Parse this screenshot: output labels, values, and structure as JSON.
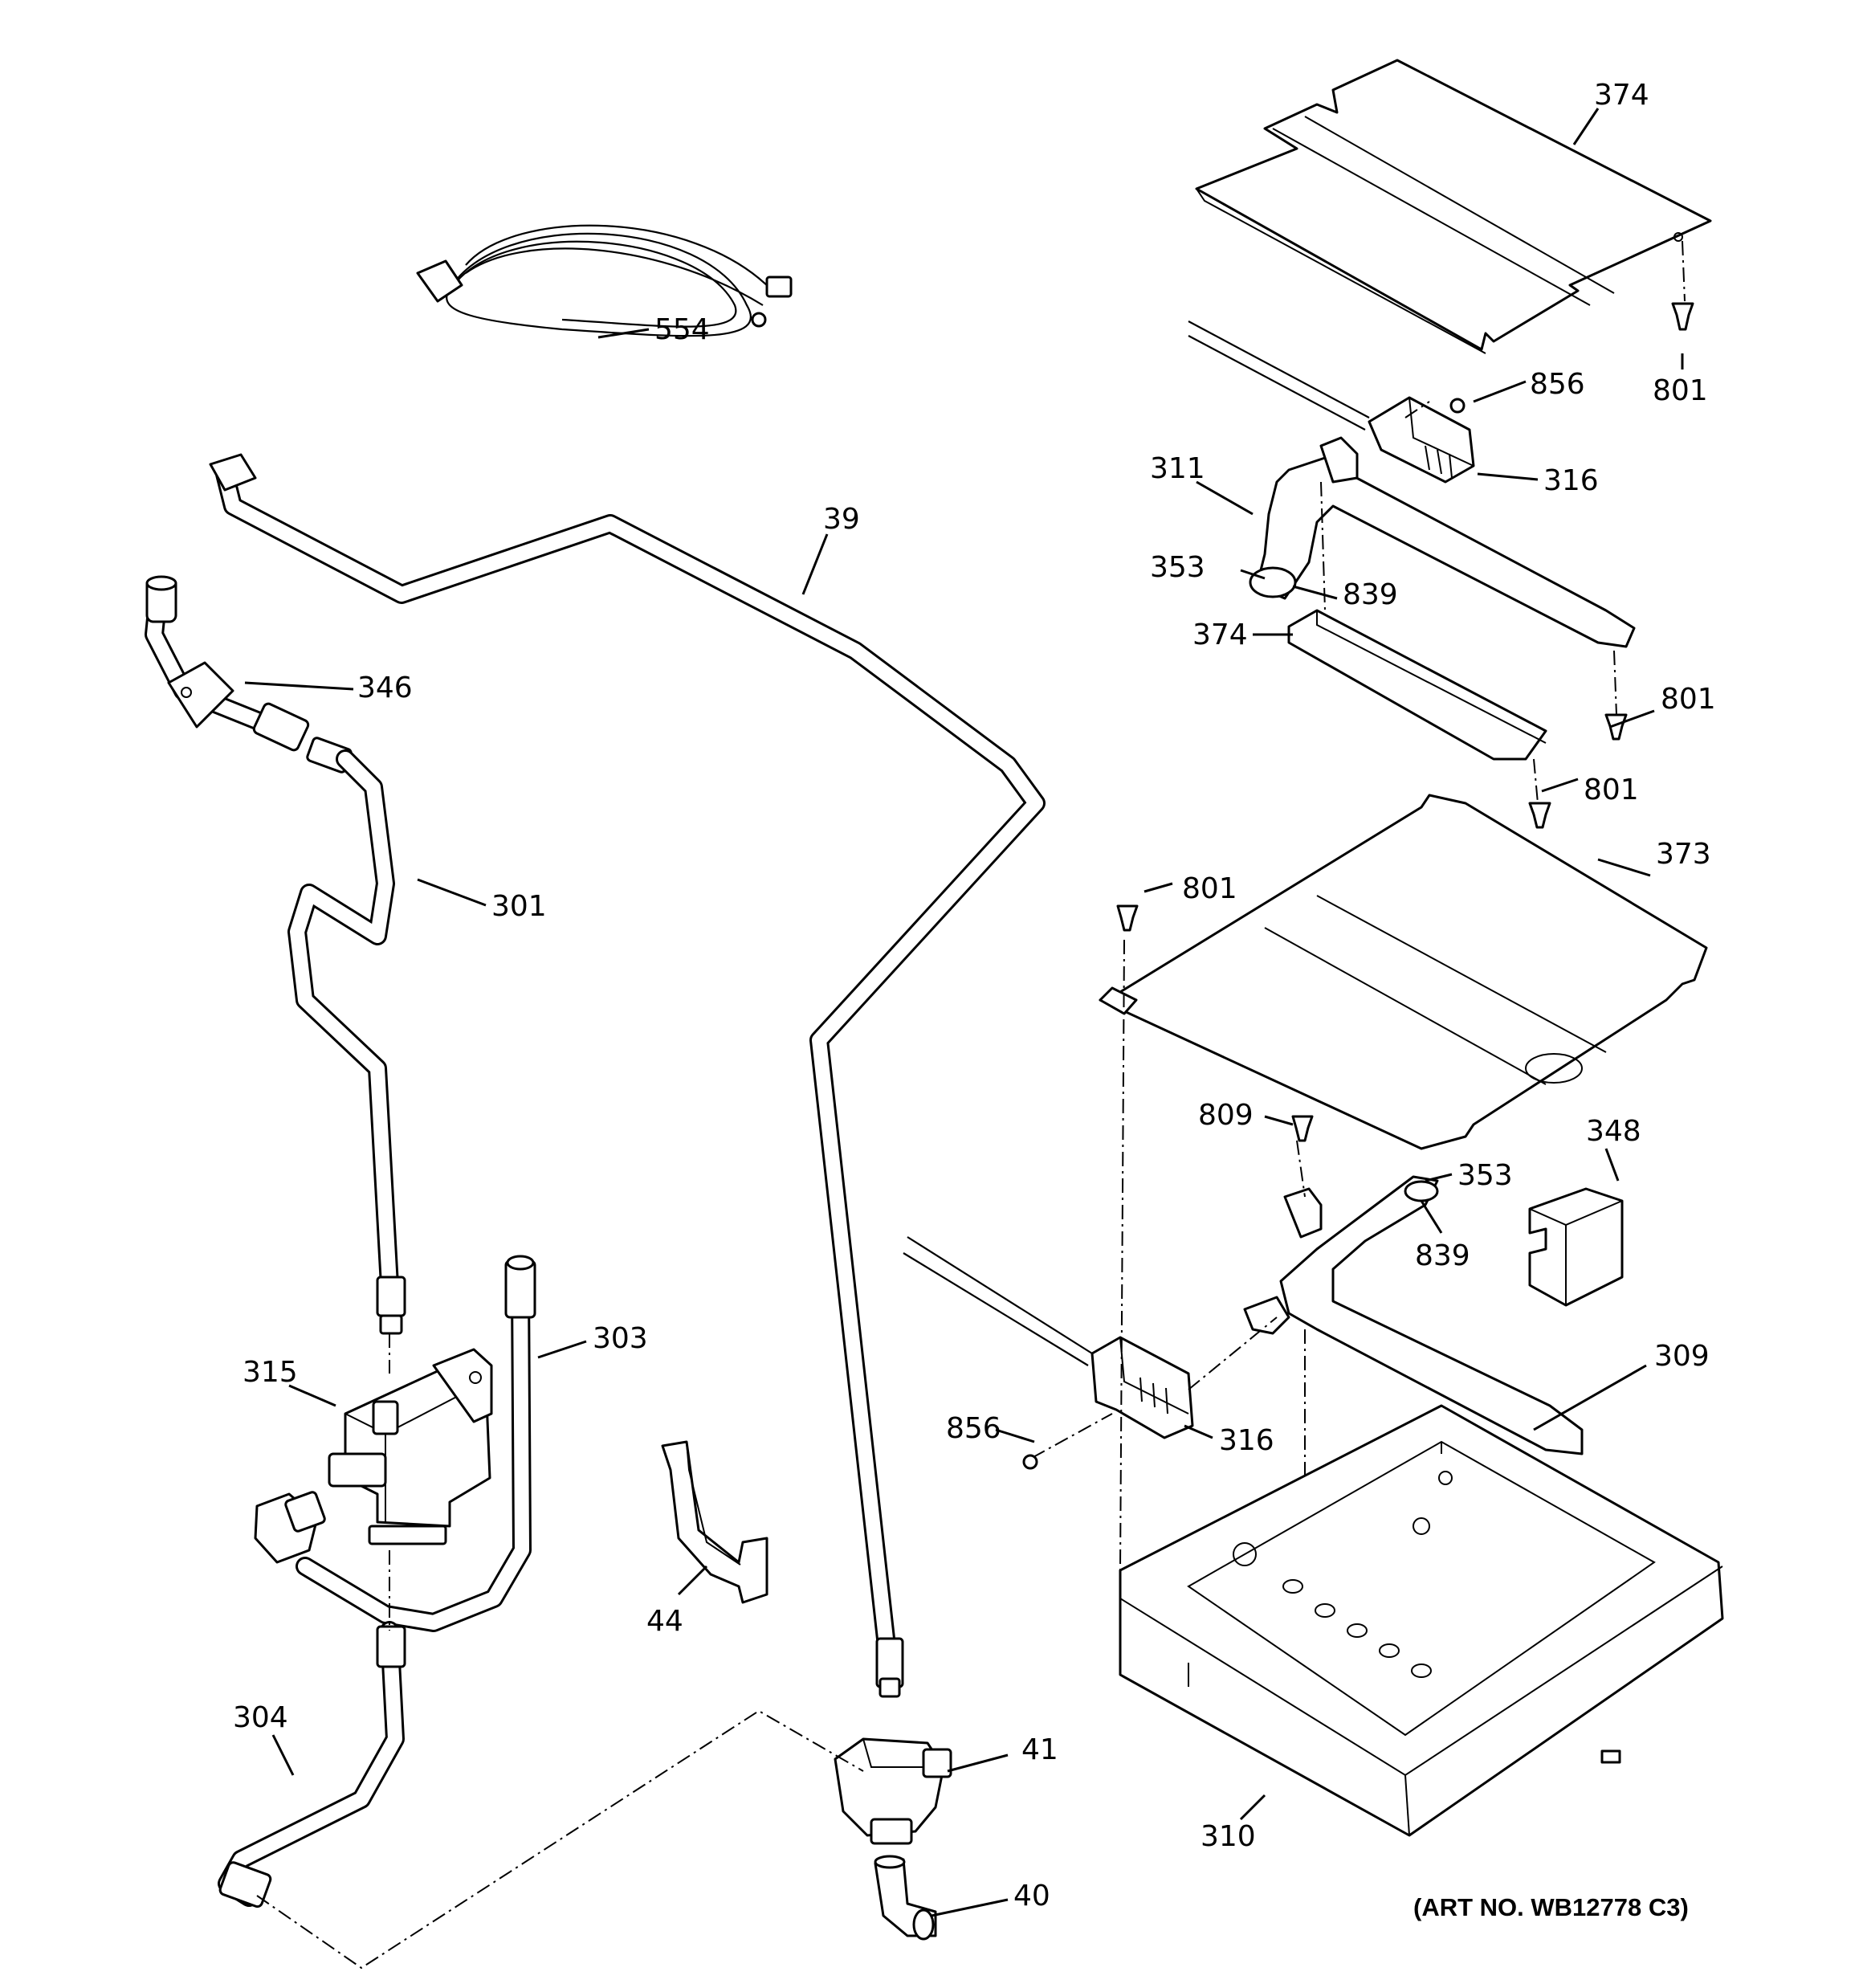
{
  "diagram": {
    "art_number": "(ART NO. WB12778 C3)",
    "callouts": [
      {
        "id": "c374a",
        "text": "374"
      },
      {
        "id": "c554",
        "text": "554"
      },
      {
        "id": "c856a",
        "text": "856"
      },
      {
        "id": "c801a",
        "text": "801"
      },
      {
        "id": "c311",
        "text": "311"
      },
      {
        "id": "c316a",
        "text": "316"
      },
      {
        "id": "c39",
        "text": "39"
      },
      {
        "id": "c353a",
        "text": "353"
      },
      {
        "id": "c839a",
        "text": "839"
      },
      {
        "id": "c374b",
        "text": "374"
      },
      {
        "id": "c346",
        "text": "346"
      },
      {
        "id": "c801b",
        "text": "801"
      },
      {
        "id": "c801c",
        "text": "801"
      },
      {
        "id": "c373",
        "text": "373"
      },
      {
        "id": "c801d",
        "text": "801"
      },
      {
        "id": "c301",
        "text": "301"
      },
      {
        "id": "c809",
        "text": "809"
      },
      {
        "id": "c348",
        "text": "348"
      },
      {
        "id": "c353b",
        "text": "353"
      },
      {
        "id": "c839b",
        "text": "839"
      },
      {
        "id": "c303",
        "text": "303"
      },
      {
        "id": "c315",
        "text": "315"
      },
      {
        "id": "c309",
        "text": "309"
      },
      {
        "id": "c856b",
        "text": "856"
      },
      {
        "id": "c316b",
        "text": "316"
      },
      {
        "id": "c44",
        "text": "44"
      },
      {
        "id": "c304",
        "text": "304"
      },
      {
        "id": "c41",
        "text": "41"
      },
      {
        "id": "c310",
        "text": "310"
      },
      {
        "id": "c40",
        "text": "40"
      }
    ]
  }
}
